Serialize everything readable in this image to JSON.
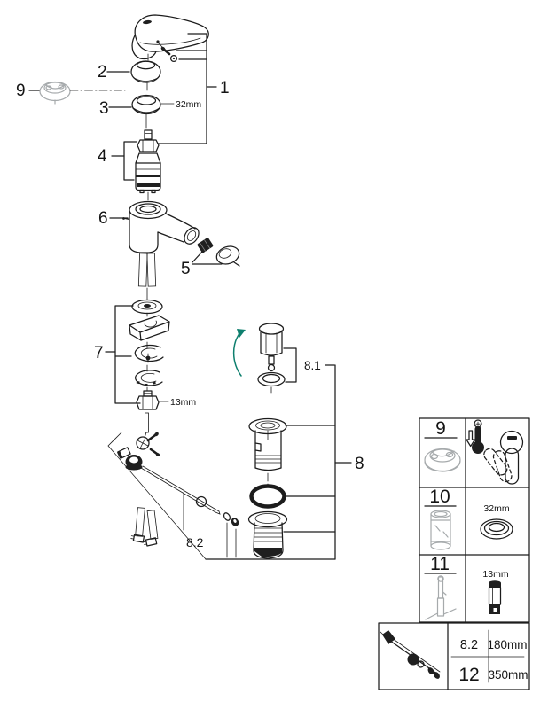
{
  "callouts": {
    "c1": "1",
    "c2": "2",
    "c3": "3",
    "c4": "4",
    "c5": "5",
    "c6": "6",
    "c7": "7",
    "c8": "8",
    "c8_1": "8.1",
    "c8_2": "8.2",
    "c9": "9"
  },
  "dims": {
    "escutcheon": "32mm",
    "nut": "13mm"
  },
  "table": {
    "row9": {
      "ref": "9"
    },
    "row10": {
      "ref": "10",
      "dim": "32mm"
    },
    "row11": {
      "ref": "11",
      "dim": "13mm"
    },
    "bottom": {
      "ref_a": "8.2",
      "len_a": "180mm",
      "ref_b": "12",
      "len_b": "350mm"
    }
  },
  "colors": {
    "line": "#1c1c1c",
    "grey_part": "#a6aaac",
    "rotation_arrow": "#0e7f6e",
    "background": "#ffffff"
  }
}
